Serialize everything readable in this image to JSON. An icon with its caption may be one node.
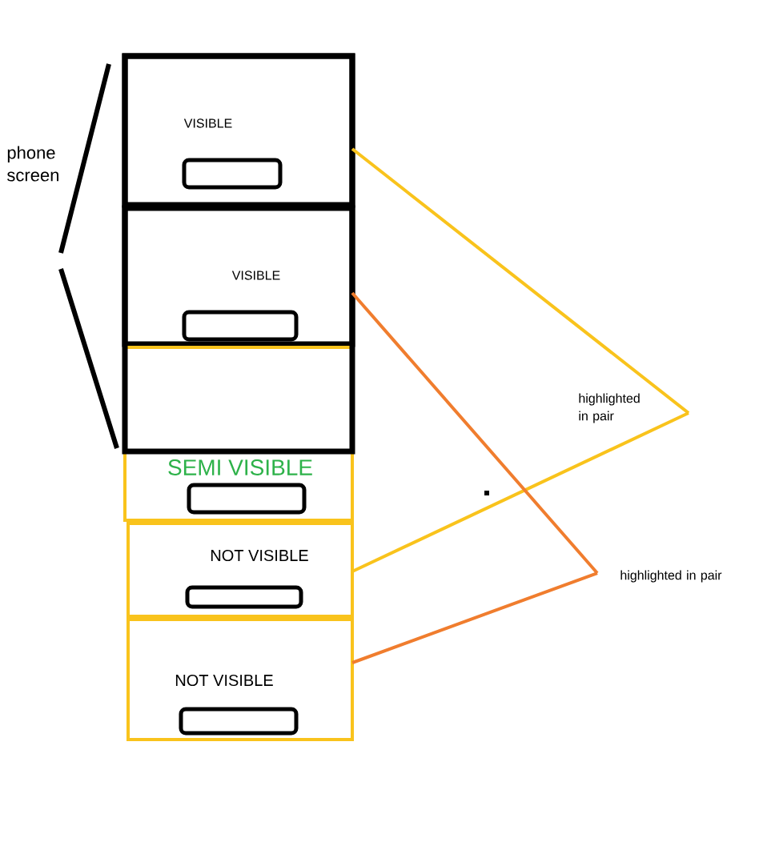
{
  "diagram": {
    "nodes": [
      {
        "text": [
          "VISIBLE"
        ]
      },
      {
        "text": [],
        "shape": "box",
        "in": 0
      },
      {
        "text": [
          "VISIBLE"
        ]
      },
      {
        "text": [],
        "shape": "box",
        "in": 2
      },
      {
        "text": [
          "SEMI VISIBLE"
        ]
      },
      {
        "text": [],
        "shape": "box",
        "in": 4
      },
      {
        "text": [
          "NOT VISIBLE"
        ]
      },
      {
        "text": [],
        "shape": "box",
        "in": 6
      },
      {
        "text": [
          "NOT VISIBLE"
        ]
      },
      {
        "text": [],
        "shape": "box",
        "in": 8
      },
      {
        "text": [
          "highlighted in pair"
        ]
      },
      {
        "text": [
          "highlighted in pair"
        ]
      }
    ],
    "edges": [
      {
        "from": 10,
        "to": 0,
        "arrow": "none",
        "color": "#f9c31c"
      },
      {
        "from": 10,
        "to": 6,
        "arrow": "none",
        "color": "#f9c31c"
      },
      {
        "from": 11,
        "to": 2,
        "arrow": "none",
        "color": "#f07d2e"
      },
      {
        "from": 11,
        "to": 8,
        "arrow": "none",
        "color": "#f07d2e"
      }
    ],
    "labels": [
      "phone screen"
    ]
  }
}
